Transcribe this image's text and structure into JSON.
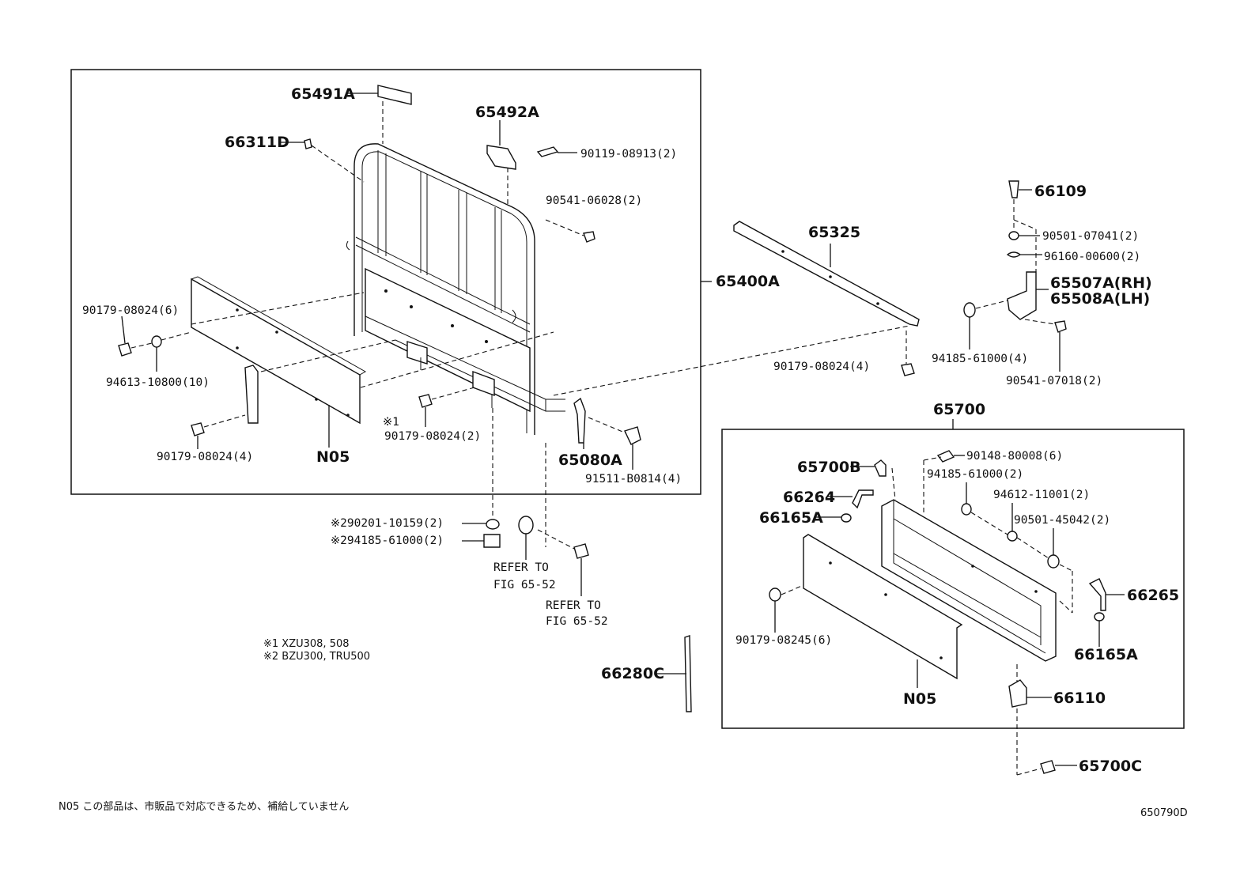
{
  "figure_code": "650790D",
  "footnote_n05": "N05  この部品は、市販品で対応できるため、補給していません",
  "notes": {
    "note1": "※1 XZU308, 508",
    "note2": "※2 BZU300, TRU500"
  },
  "labels": {
    "p65491A": "65491A",
    "p65492A": "65492A",
    "p66311D": "66311D",
    "p90119": "90119-08913(2)",
    "p90541_06028": "90541-06028(2)",
    "p65400A": "65400A",
    "p90179_6": "90179-08024(6)",
    "p94613": "94613-10800(10)",
    "p90179_4a": "90179-08024(4)",
    "pN05a": "N05",
    "mark1": "※1",
    "p90179_2": "90179-08024(2)",
    "p65080A": "65080A",
    "p91511": "91511-B0814(4)",
    "p90201": "※290201-10159(2)",
    "p94185_2a": "※294185-61000(2)",
    "refer1a": "REFER TO",
    "refer1b": "FIG 65-52",
    "refer2a": "REFER TO",
    "refer2b": "FIG 65-52",
    "p65325": "65325",
    "p90179_4b": "90179-08024(4)",
    "p66109": "66109",
    "p90501_07041": "90501-07041(2)",
    "p96160": "96160-00600(2)",
    "p65507A": "65507A(RH)",
    "p65508A": "65508A(LH)",
    "p94185_4": "94185-61000(4)",
    "p90541_07018": "90541-07018(2)",
    "p65700": "65700",
    "p65700B": "65700B",
    "p90148": "90148-80008(6)",
    "p94185_2b": "94185-61000(2)",
    "p66264": "66264",
    "p94612": "94612-11001(2)",
    "p66165A_a": "66165A",
    "p90501_45042": "90501-45042(2)",
    "p66265": "66265",
    "p90179_08245": "90179-08245(6)",
    "p66165A_b": "66165A",
    "pN05b": "N05",
    "p66280C": "66280C",
    "p66110": "66110",
    "p65700C": "65700C"
  }
}
